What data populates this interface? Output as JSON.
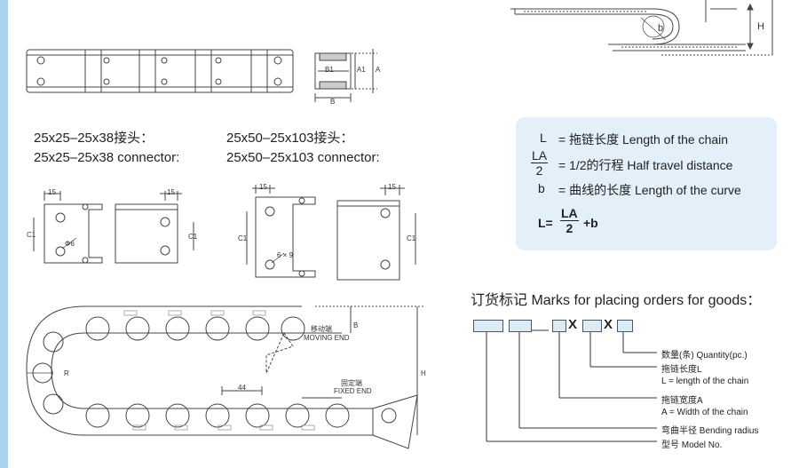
{
  "connectors": {
    "left_cn": "25x25–25x38接头：",
    "left_en": "25x25–25x38 connector:",
    "right_cn": "25x50–25x103接头：",
    "right_en": "25x50–25x103 connector:"
  },
  "dims": {
    "b1": "B1",
    "a1": "A1",
    "a": "A",
    "b": "B",
    "d15": "15",
    "c1": "C1",
    "phi6": "Φ6",
    "s6x9": "6 × 9",
    "moving_cn": "移动端",
    "moving_en": "MOVING END",
    "fixed_cn": "固定端",
    "fixed_en": "FIXED END",
    "d44": "44",
    "r": "R",
    "h": "H",
    "bsmall": "b"
  },
  "formula": {
    "row1_sym": "L",
    "row1_text": "= 拖链长度  Length of the chain",
    "row2_num": "LA",
    "row2_den": "2",
    "row2_text": "= 1/2的行程  Half travel distance",
    "row3_sym": "b",
    "row3_text": "= 曲线的长度  Length of the curve",
    "total_lhs": "L=",
    "total_num": "LA",
    "total_den": "2",
    "total_rhs": "+b"
  },
  "order": {
    "title": "订货标记 Marks for placing orders for goods：",
    "x1": "X",
    "x2": "X",
    "legend": [
      "数量(条) Quantity(pc.)",
      "拖链长度L",
      "L = length of the chain",
      "拖链宽度A",
      "A = Width of the chain",
      "弯曲半径 Bending radius",
      "型号 Model No."
    ]
  }
}
